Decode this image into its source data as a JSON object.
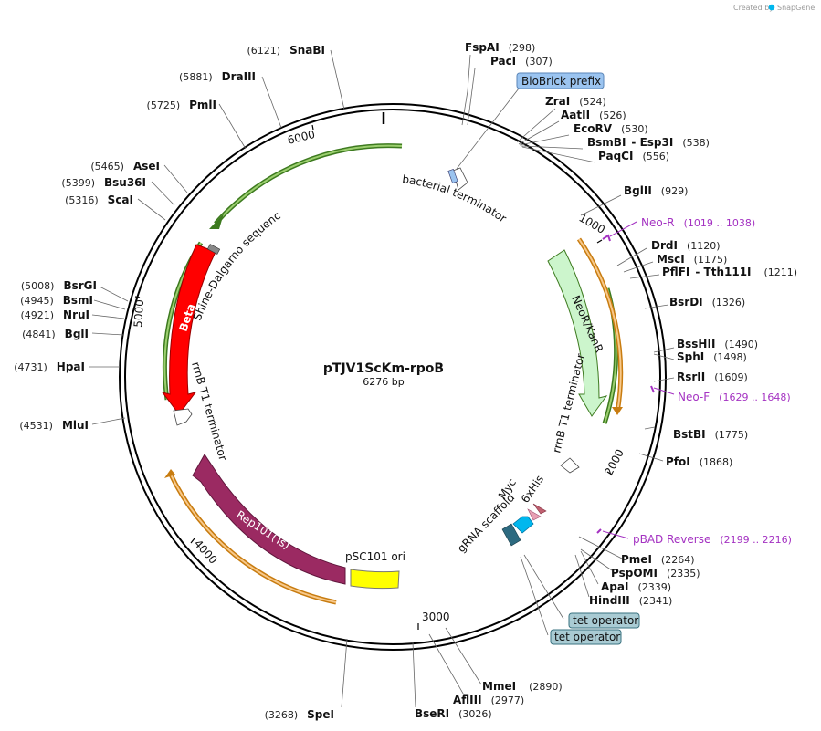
{
  "header": {
    "created_by": "Created by",
    "brand": "SnapGene"
  },
  "plasmid": {
    "name": "pTJV1ScKm-rpoB",
    "size_label": "6276 bp",
    "length": 6276
  },
  "ticks": [
    "1000",
    "2000",
    "3000",
    "4000",
    "5000",
    "6000"
  ],
  "sites": [
    {
      "name": "FspAI",
      "pos": "(298)"
    },
    {
      "name": "PacI",
      "pos": "(307)"
    },
    {
      "name": "ZraI",
      "pos": "(524)"
    },
    {
      "name": "AatII",
      "pos": "(526)"
    },
    {
      "name": "EcoRV",
      "pos": "(530)"
    },
    {
      "name": "BsmBI",
      "name2": "Esp3I",
      "pos": "(538)"
    },
    {
      "name": "PaqCI",
      "pos": "(556)"
    },
    {
      "name": "BglII",
      "pos": "(929)"
    },
    {
      "name": "DrdI",
      "pos": "(1120)"
    },
    {
      "name": "MscI",
      "pos": "(1175)"
    },
    {
      "name": "PflFI",
      "name2": "Tth111I",
      "pos": "(1211)"
    },
    {
      "name": "BsrDI",
      "pos": "(1326)"
    },
    {
      "name": "BssHII",
      "pos": "(1490)"
    },
    {
      "name": "SphI",
      "pos": "(1498)"
    },
    {
      "name": "RsrII",
      "pos": "(1609)"
    },
    {
      "name": "BstBI",
      "pos": "(1775)"
    },
    {
      "name": "PfoI",
      "pos": "(1868)"
    },
    {
      "name": "PmeI",
      "pos": "(2264)"
    },
    {
      "name": "PspOMI",
      "pos": "(2335)"
    },
    {
      "name": "ApaI",
      "pos": "(2339)"
    },
    {
      "name": "HindIII",
      "pos": "(2341)"
    },
    {
      "name": "MmeI",
      "pos": "(2890)"
    },
    {
      "name": "AflIII",
      "pos": "(2977)"
    },
    {
      "name": "BseRI",
      "pos": "(3026)"
    },
    {
      "name": "SpeI",
      "pos": "(3268)"
    },
    {
      "name": "MluI",
      "pos": "(4531)"
    },
    {
      "name": "HpaI",
      "pos": "(4731)"
    },
    {
      "name": "BglI",
      "pos": "(4841)"
    },
    {
      "name": "NruI",
      "pos": "(4921)"
    },
    {
      "name": "BsmI",
      "pos": "(4945)"
    },
    {
      "name": "BsrGI",
      "pos": "(5008)"
    },
    {
      "name": "ScaI",
      "pos": "(5316)"
    },
    {
      "name": "Bsu36I",
      "pos": "(5399)"
    },
    {
      "name": "AseI",
      "pos": "(5465)"
    },
    {
      "name": "PmlI",
      "pos": "(5725)"
    },
    {
      "name": "DraIII",
      "pos": "(5881)"
    },
    {
      "name": "SnaBI",
      "pos": "(6121)"
    }
  ],
  "primers": [
    {
      "name": "Neo-R",
      "pos": "(1019 .. 1038)"
    },
    {
      "name": "Neo-F",
      "pos": "(1629 .. 1648)"
    },
    {
      "name": "pBAD Reverse",
      "pos": "(2199 .. 2216)"
    }
  ],
  "boxed_features": [
    "BioBrick prefix",
    "tet operator",
    "tet operator"
  ],
  "features": [
    {
      "name": "Beta",
      "color": "#ff0000"
    },
    {
      "name": "NeoR/KanR",
      "color": "#ccf5cc"
    },
    {
      "name": "Rep101(Ts)",
      "color": "#9b2a62"
    },
    {
      "name": "pSC101 ori",
      "color": "#ffff00"
    },
    {
      "name": "bacterial terminator",
      "color": "#ffffff"
    },
    {
      "name": "Shine-Dalgarno sequence",
      "color": "#ffffff"
    },
    {
      "name": "rrnB T1 terminator",
      "color": "#ffffff"
    },
    {
      "name": "rrnB T1 terminator",
      "color": "#ffffff"
    },
    {
      "name": "Myc",
      "color": "#e8a0b4"
    },
    {
      "name": "6xHis",
      "color": "#c06070"
    },
    {
      "name": "gRNA scaffold",
      "color": "#2d6a80"
    }
  ],
  "colors": {
    "backbone": "#000000",
    "orf_arrow": "#6aa84f",
    "primer": "#a432c2",
    "box_blue": "#9bc4f0",
    "box_teal": "#a9cbd3",
    "bp_marker": "#00b7ee"
  }
}
